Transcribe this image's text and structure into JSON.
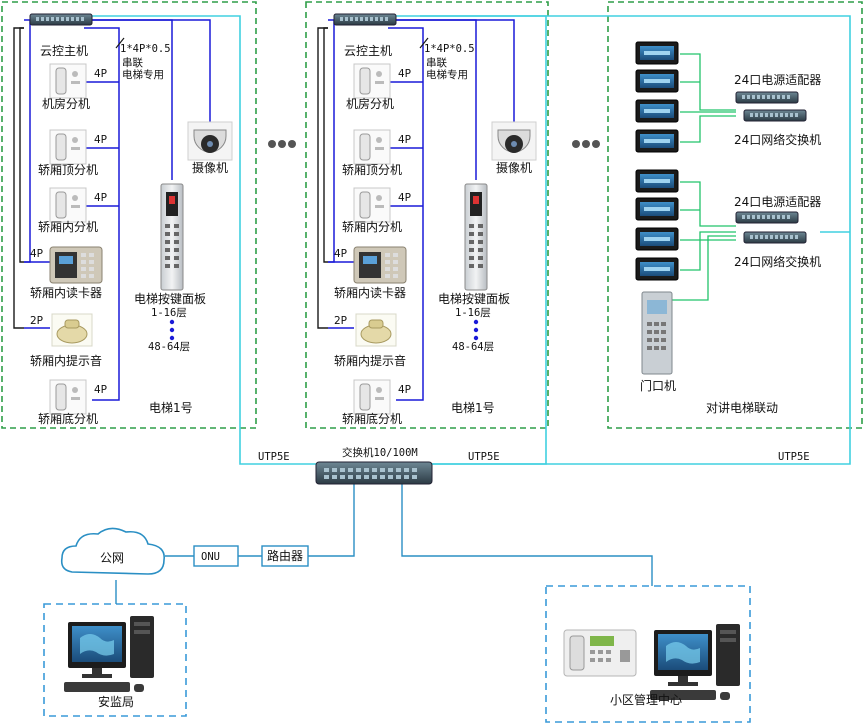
{
  "colors": {
    "green_dash": "#2e9e48",
    "blue_dash": "#3a9ad9",
    "blue_wire": "#1a1ad8",
    "cyan_wire": "#40d0e0",
    "teal_wire": "#2a8fc4"
  },
  "elevator_left": {
    "cloud_host": "云控主机",
    "cable_spec": "1*4P*0.5",
    "cable_line2": "串联",
    "cable_line3": "电梯专用",
    "machine_room": "机房分机",
    "car_top": "轿厢顶分机",
    "car_inside": "轿厢内分机",
    "card_reader": "轿厢内读卡器",
    "prompt_tone": "轿厢内提示音",
    "car_bottom": "轿厢底分机",
    "camera": "摄像机",
    "panel_title": "电梯按键面板",
    "panel_floors1": "1-16层",
    "panel_floors2": "48-64层",
    "name": "电梯1号",
    "wire_4p": "4P",
    "wire_2p": "2P"
  },
  "elevator_mid": {
    "cloud_host": "云控主机",
    "cable_spec": "1*4P*0.5",
    "cable_line2": "串联",
    "cable_line3": "电梯专用",
    "machine_room": "机房分机",
    "car_top": "轿厢顶分机",
    "car_inside": "轿厢内分机",
    "card_reader": "轿厢内读卡器",
    "prompt_tone": "轿厢内提示音",
    "car_bottom": "轿厢底分机",
    "camera": "摄像机",
    "panel_title": "电梯按键面板",
    "panel_floors1": "1-16层",
    "panel_floors2": "48-64层",
    "name": "电梯1号",
    "wire_4p": "4P",
    "wire_2p": "2P"
  },
  "linkage": {
    "power_adapter_1": "24口电源适配器",
    "net_switch_1": "24口网络交换机",
    "power_adapter_2": "24口电源适配器",
    "net_switch_2": "24口网络交换机",
    "door_unit": "门口机",
    "title": "对讲电梯联动"
  },
  "network": {
    "switch": "交换机10/100M",
    "utp_left": "UTP5E",
    "utp_mid": "UTP5E",
    "utp_right": "UTP5E",
    "internet": "公网",
    "onu": "ONU",
    "router": "路由器",
    "safety_bureau": "安监局",
    "mgmt_center": "小区管理中心"
  },
  "icons": {
    "ellipsis": "ellipsis-dots-icon",
    "intercom": "intercom-handset-icon",
    "camera": "dome-camera-icon",
    "computer": "desktop-computer-icon"
  }
}
